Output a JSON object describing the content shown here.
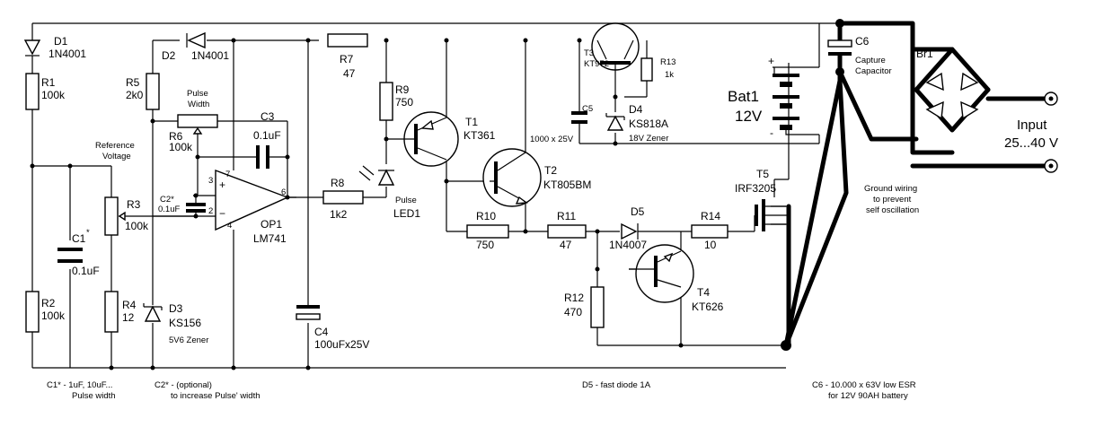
{
  "labels": {
    "d1": "D1",
    "d1_type": "1N4001",
    "r1": "R1",
    "r1_val": "100k",
    "r2": "R2",
    "r2_val": "100k",
    "c1": "C1",
    "c1_star": "*",
    "c1_val": "0.1uF",
    "ref1": "Reference",
    "ref2": "Voltage",
    "r3": "R3",
    "r3_val": "100k",
    "r4": "R4",
    "r4_val": "12",
    "r5": "R5",
    "r5_val": "2k0",
    "d2": "D2",
    "d2_type": "1N4001",
    "pw1": "Pulse",
    "pw2": "Width",
    "r6": "R6",
    "r6_val": "100k",
    "c3": "C3",
    "c3_val": "0.1uF",
    "c2": "C2*",
    "c2_val": "0.1uF",
    "op_pin7": "7",
    "op_pin3": "3",
    "op_pin2": "2",
    "op_pin6": "6",
    "op_pin4": "4",
    "op_plus": "+",
    "op_minus": "−",
    "op1": "OP1",
    "op1_type": "LM741",
    "d3": "D3",
    "d3_type": "KS156",
    "d3_desc": "5V6 Zener",
    "c4": "C4",
    "c4_val": "100uFx25V",
    "r7": "R7",
    "r7_val": "47",
    "r8": "R8",
    "r8_val": "1k2",
    "r9": "R9",
    "r9_val": "750",
    "led1": "Pulse",
    "led2": "LED1",
    "t1": "T1",
    "t1_type": "KT361",
    "t2": "T2",
    "t2_type": "KT805BM",
    "r10": "R10",
    "r10_val": "750",
    "r11": "R11",
    "r11_val": "47",
    "t3": "T3",
    "t3_type": "KT972",
    "c5": "C5",
    "c5_val": "1000 x 25V",
    "d4": "D4",
    "d4_type": "KS818A",
    "d4_desc": "18V Zener",
    "r13": "R13",
    "r13_val": "1k",
    "d5": "D5",
    "d5_type": "1N4007",
    "r14": "R14",
    "r14_val": "10",
    "t4": "T4",
    "t4_type": "KT626",
    "r12": "R12",
    "r12_val": "470",
    "t5": "T5",
    "t5_type": "IRF3205",
    "bat_plus": "+",
    "bat_minus": "-",
    "bat1": "Bat1",
    "bat_v": "12V",
    "c6": "C6",
    "cap1": "Capture",
    "cap2": "Capacitor",
    "br1": "Br1",
    "input1": "Input",
    "input2": "25...40 V",
    "gw1": "Ground wiring",
    "gw2": "to prevent",
    "gw3": "self oscillation"
  },
  "notes": {
    "n1a": "C1* - 1uF, 10uF...",
    "n1b": "Pulse width",
    "n2a": "C2* - (optional)",
    "n2b": "to increase Pulse' width",
    "n3": "D5 - fast diode 1A",
    "n4a": "C6 - 10.000 x 63V low ESR",
    "n4b": "for 12V 90AH battery"
  }
}
